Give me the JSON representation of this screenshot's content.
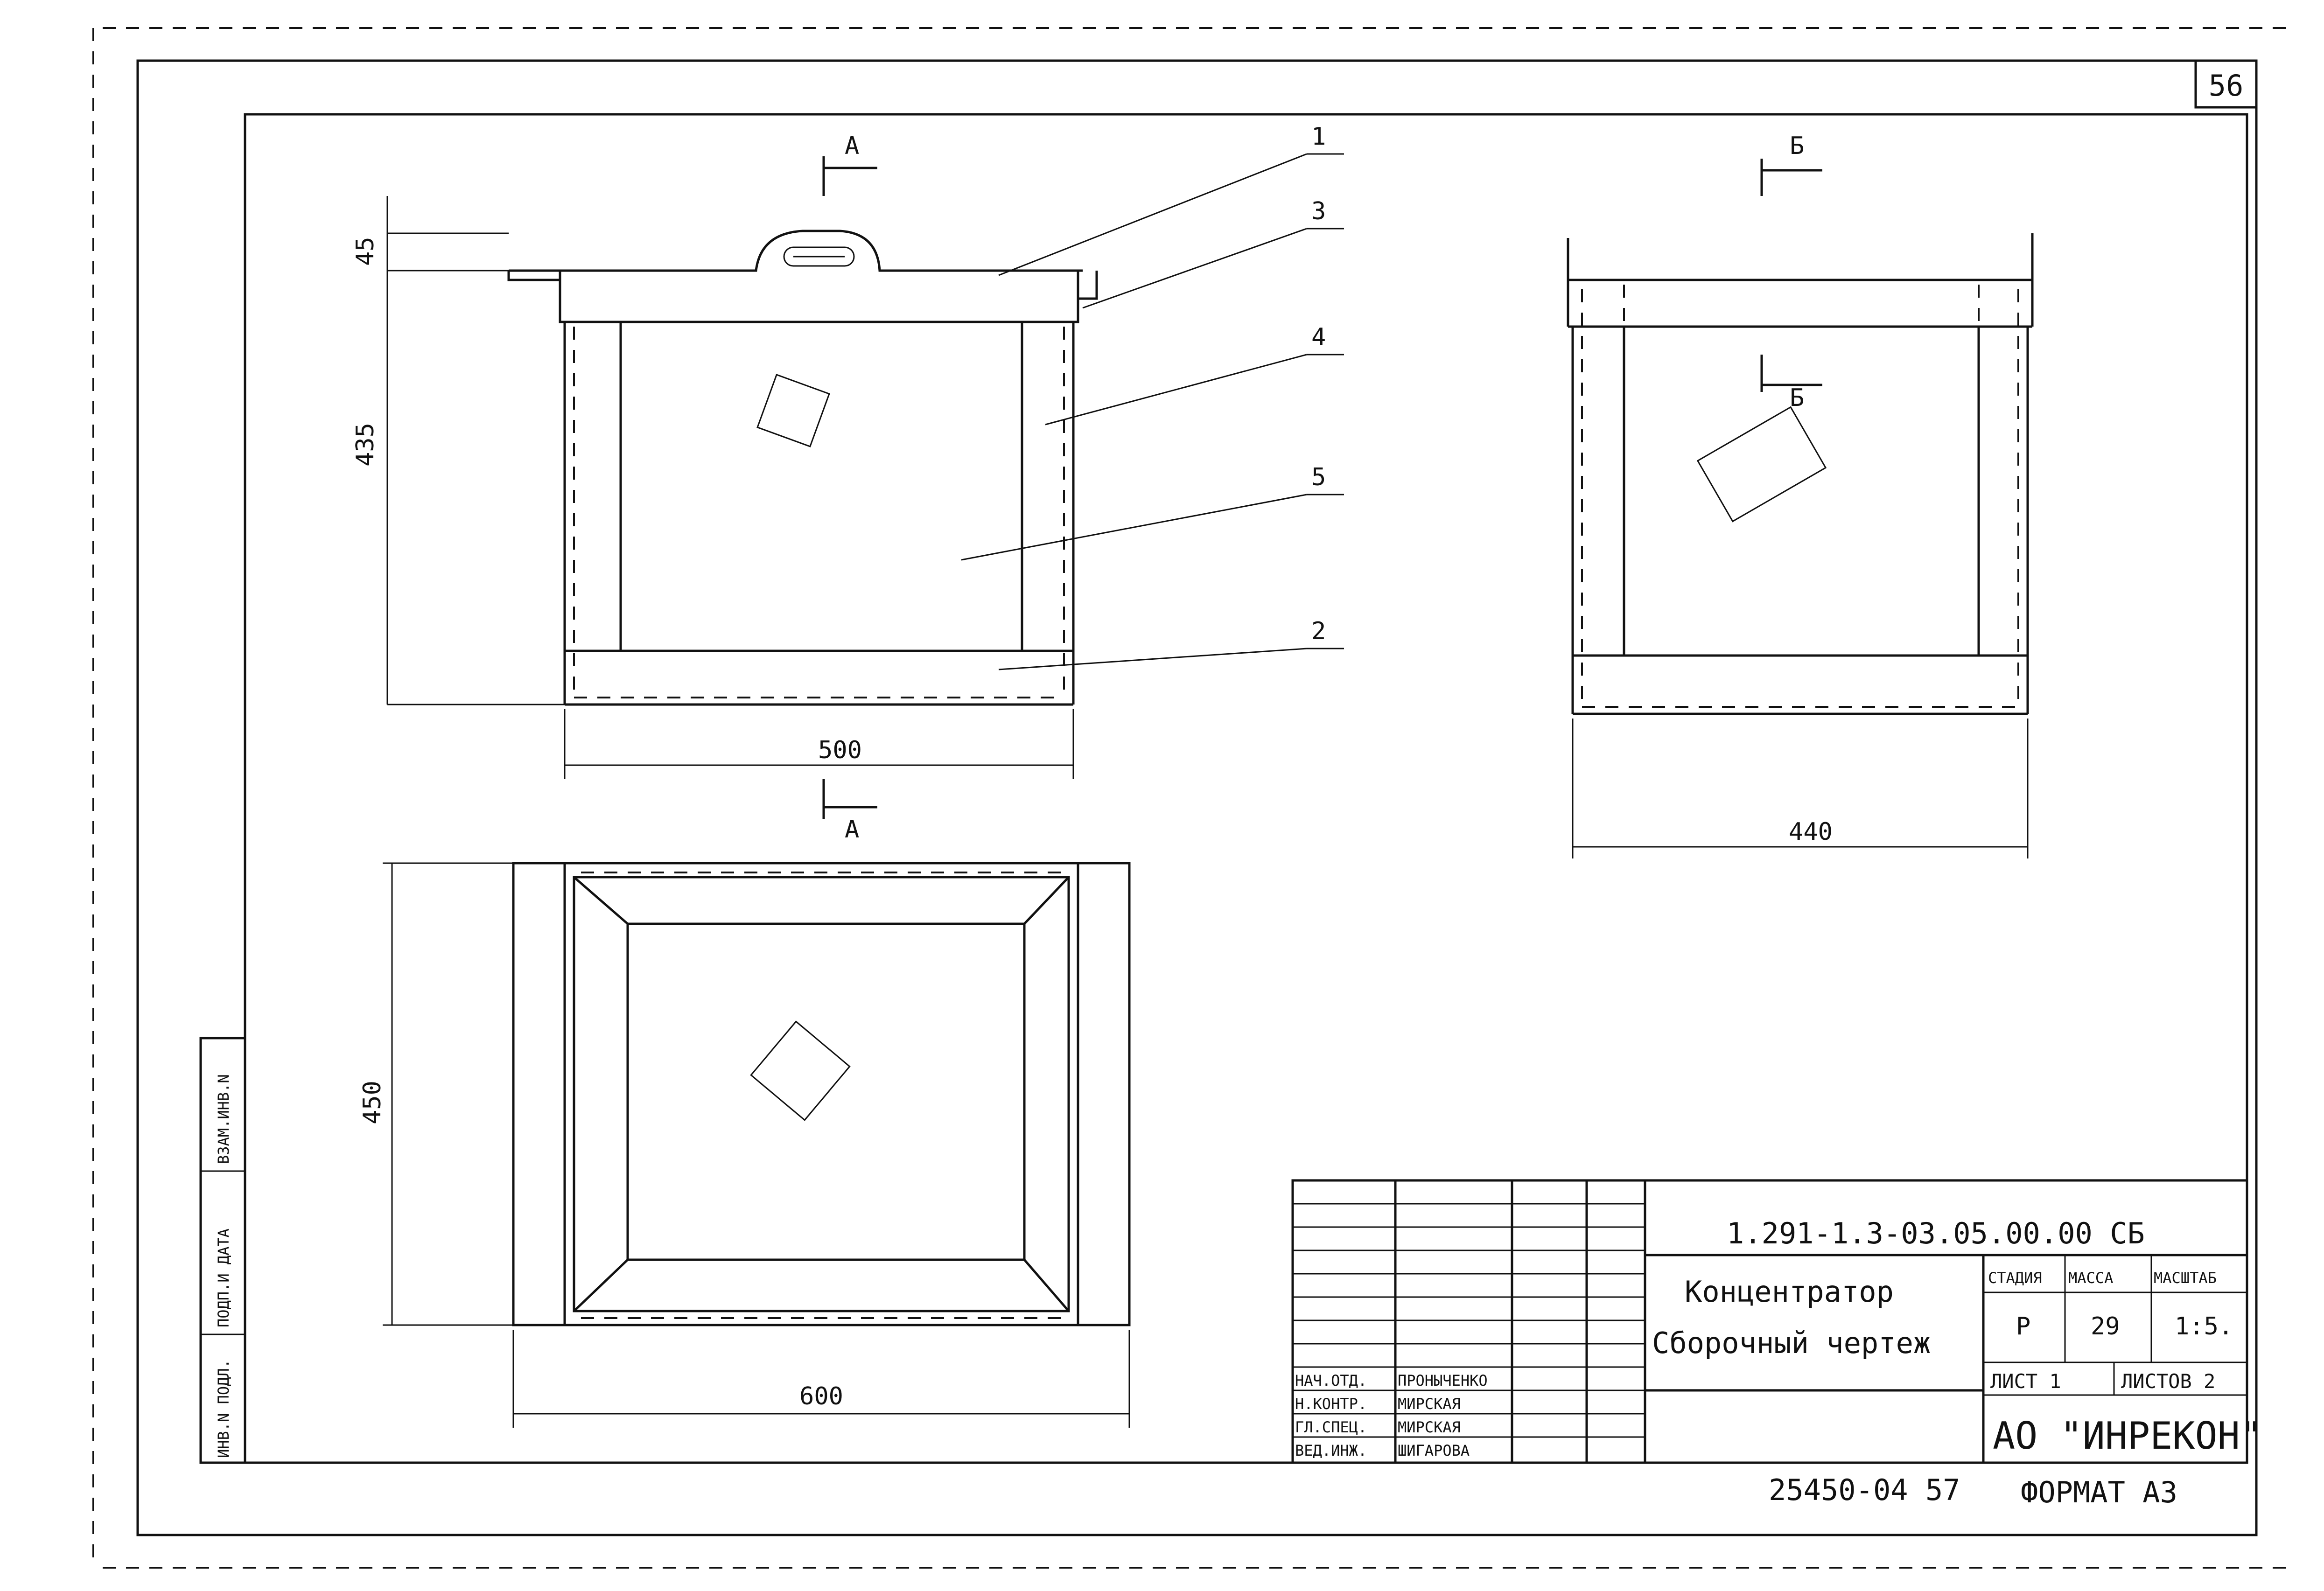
{
  "sheet_number": "56",
  "drawing_code": "1.291-1.3-03.05.00.00 СБ",
  "title_line1": "Концентратор",
  "title_line2": "Сборочный чертеж",
  "stage_header": "СТАДИЯ",
  "mass_header": "МАССА",
  "scale_header": "МАСШТАБ",
  "stage_value": "Р",
  "mass_value": "29",
  "scale_value": "1:5.",
  "sheet_label": "ЛИСТ 1",
  "sheets_label": "ЛИСТОВ 2",
  "organization": "АО \"ИНРЕКОН\"",
  "bottom_number": "25450-04 57",
  "format_label": "ФОРМАТ А3",
  "side_stamp": [
    "ИНВ.N ПОДЛ.",
    "ПОДП.И ДАТА",
    "ВЗАМ.ИНВ.N"
  ],
  "signatures": [
    {
      "role": "НАЧ.ОТД.",
      "name": "ПРОНЫЧЕНКО"
    },
    {
      "role": "Н.КОНТР.",
      "name": "МИРСКАЯ"
    },
    {
      "role": "ГЛ.СПЕЦ.",
      "name": "МИРСКАЯ"
    },
    {
      "role": "ВЕД.ИНЖ.",
      "name": "ШИГАРОВА"
    }
  ],
  "dimensions": {
    "front_height_top": "45",
    "front_height": "435",
    "front_width": "500",
    "side_width": "440",
    "plan_height": "450",
    "plan_width": "600"
  },
  "section_marks": {
    "a": "А",
    "b": "Б"
  },
  "callouts": [
    "1",
    "3",
    "4",
    "5",
    "2"
  ]
}
